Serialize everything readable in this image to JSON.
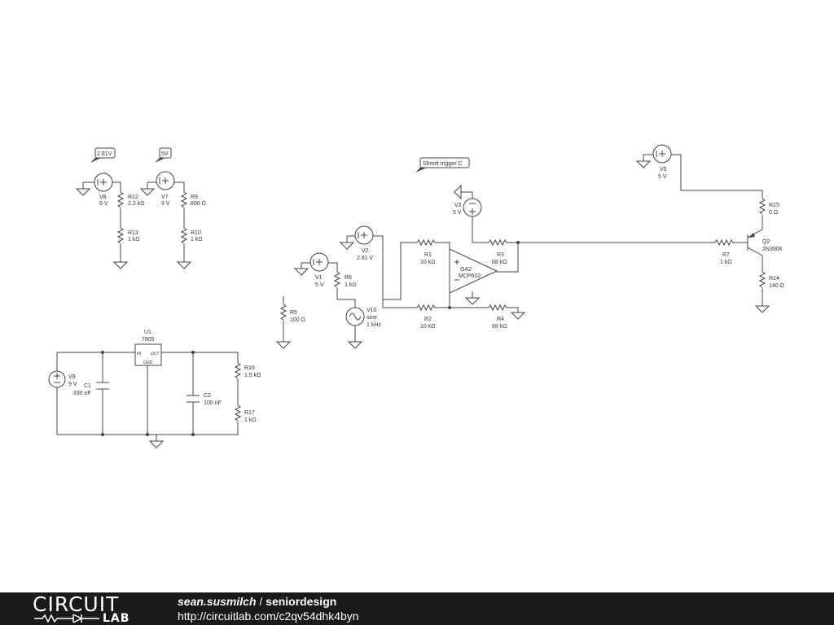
{
  "components": {
    "V8": {
      "name": "V8",
      "value": "9 V"
    },
    "V7": {
      "name": "V7",
      "value": "9 V"
    },
    "R12": {
      "name": "R12",
      "value": "2.2 kΩ"
    },
    "R13": {
      "name": "R13",
      "value": "1 kΩ"
    },
    "R9": {
      "name": "R9",
      "value": "800 Ω"
    },
    "R10": {
      "name": "R10",
      "value": "1 kΩ"
    },
    "V2": {
      "name": "V2",
      "value": "2.81 V"
    },
    "V1": {
      "name": "V1",
      "value": "5 V"
    },
    "R6": {
      "name": "R6",
      "value": "1 kΩ"
    },
    "R5": {
      "name": "R5",
      "value": "100 Ω"
    },
    "V10": {
      "name": "V10",
      "value1": "sine",
      "value2": "1 kHz"
    },
    "V3": {
      "name": "V3",
      "value": "5 V"
    },
    "R1": {
      "name": "R1",
      "value": "10 kΩ"
    },
    "R2": {
      "name": "R2",
      "value": "10 kΩ"
    },
    "R3": {
      "name": "R3",
      "value": "68 kΩ"
    },
    "R4": {
      "name": "R4",
      "value": "68 kΩ"
    },
    "OA2": {
      "name": "OA2",
      "value": "MCP602"
    },
    "V5": {
      "name": "V5",
      "value": "5 V"
    },
    "R15": {
      "name": "R15",
      "value": "0 Ω"
    },
    "R7": {
      "name": "R7",
      "value": "1 kΩ"
    },
    "Q2": {
      "name": "Q2",
      "value": "2N3906"
    },
    "R14": {
      "name": "R14",
      "value": "140 Ω"
    },
    "U1": {
      "name": "U1",
      "value": "7805",
      "pin_in": "IN",
      "pin_out": "OUT",
      "pin_gnd": "GND"
    },
    "V9": {
      "name": "V9",
      "value": "9 V"
    },
    "C1": {
      "name": "C1",
      "value": "330 nF"
    },
    "C2": {
      "name": "C2",
      "value": "100 nF"
    },
    "R16": {
      "name": "R16",
      "value": "1.5 kΩ"
    },
    "R17": {
      "name": "R17",
      "value": "1 kΩ"
    }
  },
  "probes": {
    "probe_281": "2.81V",
    "probe_5v": "5V",
    "schmitt": "Shmitt trigger C"
  },
  "footer": {
    "logo_top": "CIRCUIT",
    "logo_bottom": "LAB",
    "user": "sean.susmilch",
    "separator": " / ",
    "project": "seniordesign",
    "url": "http://circuitlab.com/c2qv54dhk4byn"
  }
}
